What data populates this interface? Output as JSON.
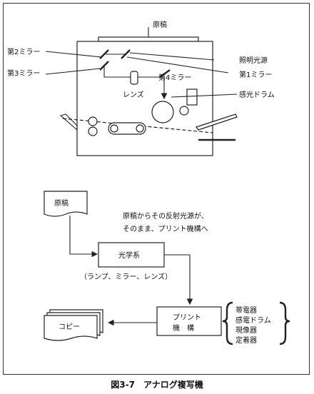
{
  "machine": {
    "original_label": "原稿",
    "mirror2": "第2ミラー",
    "mirror3": "第3ミラー",
    "light_source": "照明光源",
    "mirror1": "第1ミラー",
    "mirror4": "第4ミラー",
    "lens": "レンズ",
    "drum": "感光ドラム"
  },
  "flow": {
    "original": "原稿",
    "note_line1": "原稿からその反射光源が、",
    "note_line2": "そのまま、プリント機構へ",
    "optics": "光学系",
    "optics_parts": "（ランプ、ミラー、レンズ）",
    "print_line1": "プリント",
    "print_line2": "機　構",
    "copy": "コピー",
    "components": [
      "帯電器",
      "感電ドラム",
      "現像器",
      "定着器"
    ]
  },
  "caption": "図3-7　アナログ複写機"
}
